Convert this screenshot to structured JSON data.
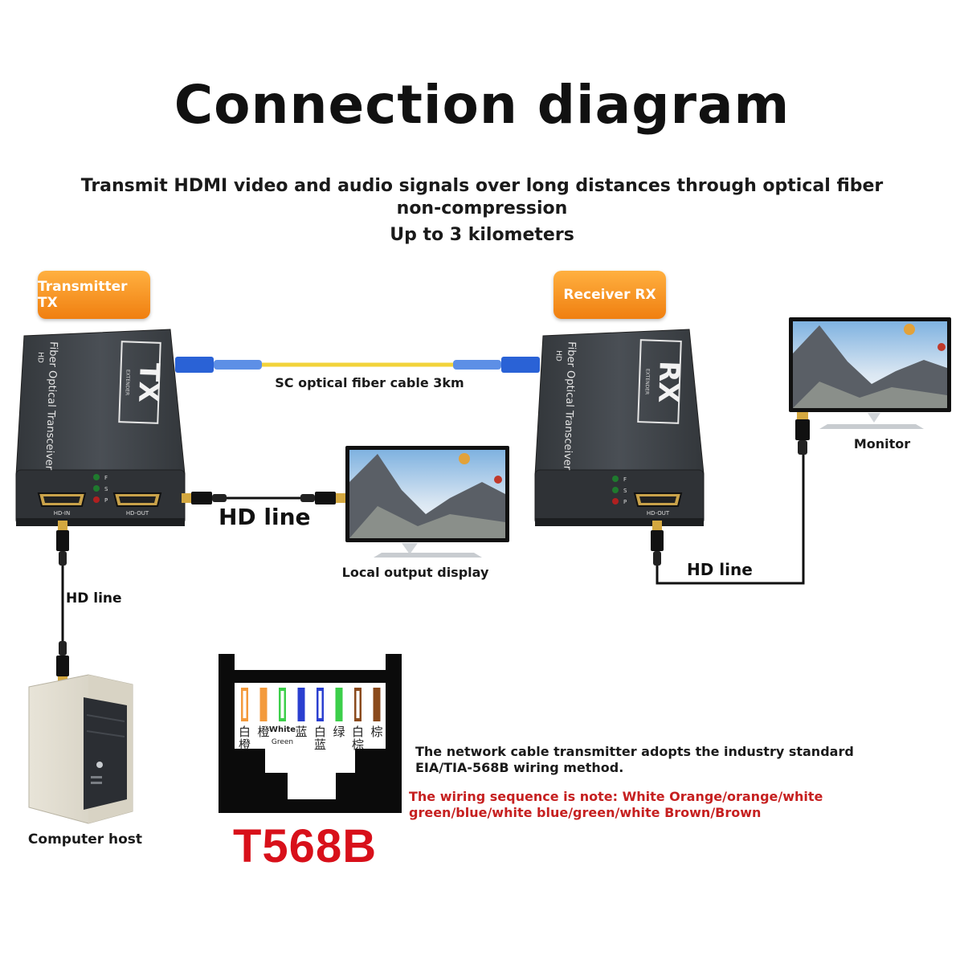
{
  "title": "Connection diagram",
  "subtitle": "Transmit HDMI video and audio signals over long distances through optical fiber non-compression",
  "range": "Up to 3 kilometers",
  "transmitter": {
    "badge": "Transmitter TX",
    "logo": "TX",
    "logo_sub": "EXTENDER",
    "side_text": "Fiber Optical Transceiver",
    "brand": "HD",
    "port_in": "HD-IN",
    "port_out": "HD-OUT",
    "led_f": "F",
    "led_s": "S",
    "led_p": "P"
  },
  "receiver": {
    "badge": "Receiver RX",
    "logo": "RX",
    "logo_sub": "EXTENDER",
    "side_text": "Fiber Optical Transceiver",
    "brand": "HD",
    "port_out": "HD-OUT",
    "led_f": "F",
    "led_s": "S",
    "led_p": "P"
  },
  "labels": {
    "fiber_cable": "SC optical fiber cable 3km",
    "hd_line_local": "HD line",
    "hd_line_host": "HD line",
    "hd_line_monitor": "HD line",
    "local_display": "Local output display",
    "monitor": "Monitor",
    "computer_host": "Computer host"
  },
  "t568b": {
    "label": "T568B",
    "pins": [
      {
        "top": "白",
        "bottom": "橙",
        "color": "#f39a3c",
        "striped": true
      },
      {
        "top": "橙",
        "bottom": "",
        "color": "#f39a3c",
        "striped": false
      },
      {
        "top": "White",
        "bottom": "Green",
        "color": "#3ccf4a",
        "striped": true
      },
      {
        "top": "蓝",
        "bottom": "",
        "color": "#2a3fd0",
        "striped": false
      },
      {
        "top": "白",
        "bottom": "蓝",
        "color": "#2a3fd0",
        "striped": true
      },
      {
        "top": "绿",
        "bottom": "",
        "color": "#3ccf4a",
        "striped": false
      },
      {
        "top": "白",
        "bottom": "棕",
        "color": "#8a4a1c",
        "striped": true
      },
      {
        "top": "棕",
        "bottom": "",
        "color": "#8a4a1c",
        "striped": false
      }
    ]
  },
  "notes": {
    "standard": "The network cable transmitter adopts the industry standard EIA/TIA-568B wiring method.",
    "sequence": "The wiring sequence is note: White Orange/orange/white green/blue/white blue/green/white Brown/Brown"
  },
  "colors": {
    "badge_orange": "#f58a1f",
    "fiber_yellow": "#f2d33a",
    "connector_blue": "#2a62d6",
    "device_body": "#3d4146",
    "sequence_red": "#c62020",
    "t568b_red": "#d8101a"
  }
}
